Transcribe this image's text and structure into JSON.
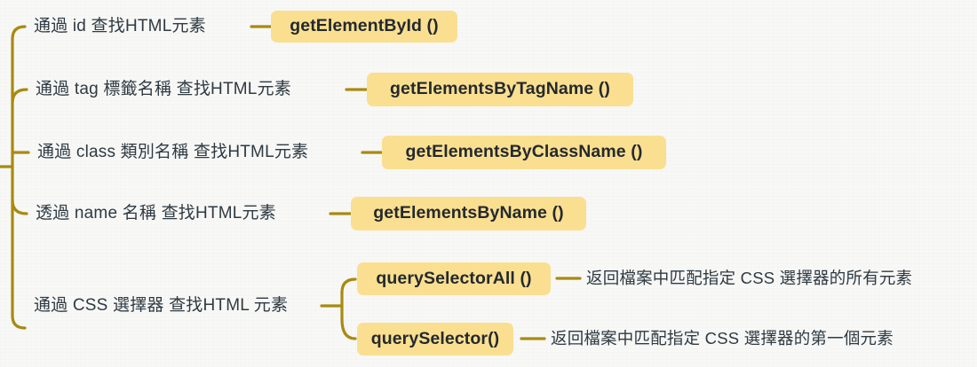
{
  "diagram": {
    "type": "mind-map",
    "title_visible": false,
    "colors": {
      "background": "#f8f8f7",
      "branch_line": "#a88a10",
      "chip_fill": "#fbdf90",
      "text": "#2e3a42",
      "chip_text": "#23292e"
    },
    "root_connector": {
      "name": "root-stub"
    },
    "branches": [
      {
        "id": "by-id",
        "label": "通過 id 查找HTML元素",
        "method": "getElementById ()",
        "description": null
      },
      {
        "id": "by-tag",
        "label": "通過 tag 標籤名稱 查找HTML元素",
        "method": "getElementsByTagName ()",
        "description": null
      },
      {
        "id": "by-class",
        "label": "通過 class 類別名稱 查找HTML元素",
        "method": "getElementsByClassName ()",
        "description": null
      },
      {
        "id": "by-name",
        "label": "透過 name 名稱 查找HTML元素",
        "method": "getElementsByName ()",
        "description": null
      },
      {
        "id": "by-css",
        "label": "通過 CSS 選擇器 查找HTML 元素",
        "method": null,
        "description": null,
        "children": [
          {
            "id": "query-selector-all",
            "method": "querySelectorAll ()",
            "description": "返回檔案中匹配指定 CSS 選擇器的所有元素"
          },
          {
            "id": "query-selector",
            "method": "querySelector()",
            "description": "返回檔案中匹配指定 CSS 選擇器的第一個元素"
          }
        ]
      }
    ]
  }
}
